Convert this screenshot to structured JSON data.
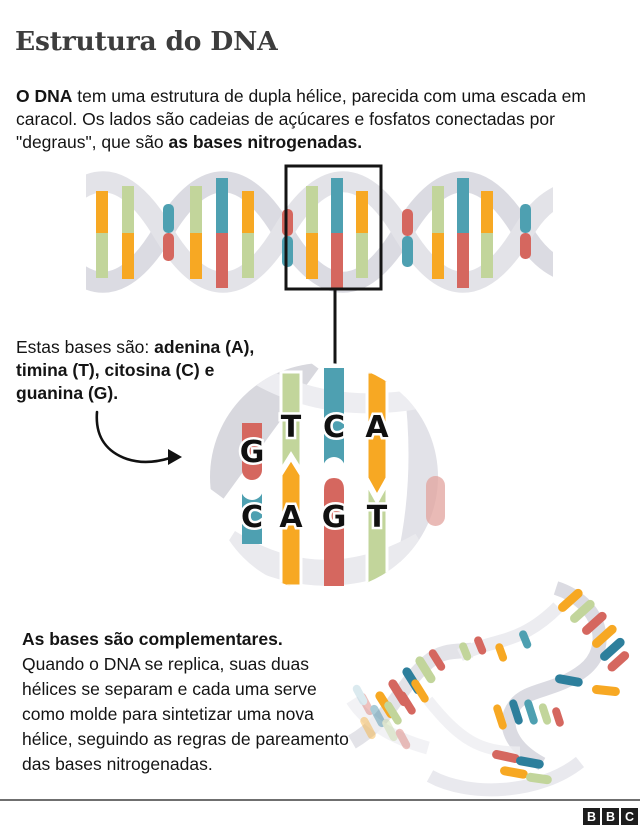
{
  "title": "Estrutura do DNA",
  "intro": {
    "bold_lead": "O DNA",
    "text_mid": " tem uma estrutura de dupla hélice, parecida com uma escada em caracol. Os lados são cadeias de açúcares e fosfatos conectadas por \"degraus\", que são ",
    "bold_end": "as bases nitrogenadas."
  },
  "bases_text": {
    "lead": "Estas bases são: ",
    "bold": "adenina (A), timina (T), citosina (C) e guanina (G)."
  },
  "zoom_circle": {
    "top_row": [
      "G",
      "T",
      "C",
      "A"
    ],
    "bottom_row": [
      "C",
      "A",
      "G",
      "T"
    ]
  },
  "complementary": {
    "bold_lead": "As bases são complementares.",
    "text": "Quando o DNA se replica, suas duas hélices se separam e cada uma serve como molde para sintetizar uma nova hélice, seguindo as regras de pareamento das bases nitrogenadas."
  },
  "footer": {
    "logo_letters": [
      "B",
      "B",
      "C"
    ]
  },
  "colors": {
    "adenine_orange": "#F7A823",
    "thymine_green": "#C2D59B",
    "cytosine_teal": "#4EA0B1",
    "guanine_red": "#D5675F",
    "deco_teal_dark": "#2D7F9C",
    "ribbon_gray": "#E3E3E8",
    "ribbon_gray_dark": "#DBDBE2",
    "ink": "#141414",
    "title_ink": "#3D3D3D"
  }
}
